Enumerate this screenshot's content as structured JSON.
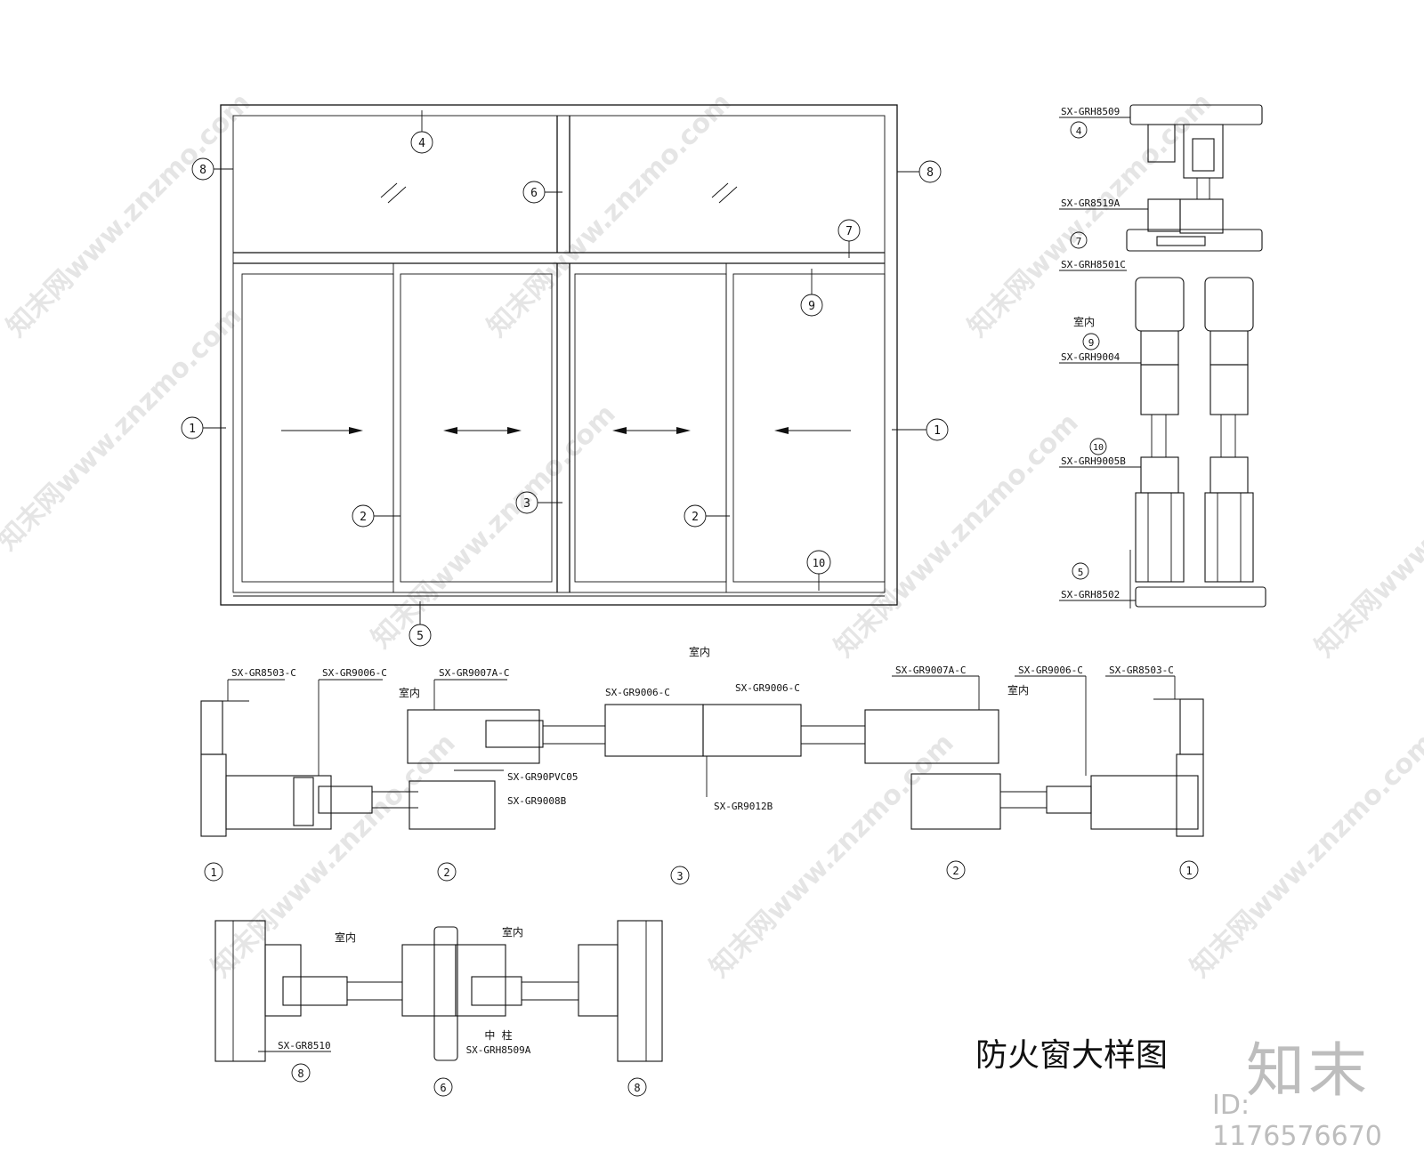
{
  "drawing": {
    "title": "防火窗大样图",
    "brand": "知末",
    "id_label": "ID: 1176576670"
  },
  "watermark": {
    "text": "知末网www.znzmo.com"
  },
  "elevation": {
    "callouts": [
      "1",
      "2",
      "3",
      "4",
      "5",
      "6",
      "7",
      "8",
      "9",
      "10"
    ]
  },
  "vertical_section": {
    "labels": {
      "p4": "SX-GRH8509",
      "p7a": "SX-GR8519A",
      "p7b": "SX-GRH8501C",
      "interior": "室内",
      "p9": "SX-GRH9004",
      "p10": "SX-GRH9005B",
      "p5": "SX-GRH8502"
    }
  },
  "horizontal_section": {
    "interior": "室内",
    "labels": {
      "a": "SX-GR8503-C",
      "b": "SX-GR9006-C",
      "c": "SX-GR9007A-C",
      "d": "SX-GR9006-C",
      "e": "SX-GR9006-C",
      "f": "SX-GR9007A-C",
      "g": "SX-GR9006-C",
      "h": "SX-GR8503-C",
      "i": "SX-GR90PVC05",
      "j": "SX-GR9008B",
      "k": "SX-GR9012B"
    }
  },
  "mullion_section": {
    "interior": "室内",
    "labels": {
      "a": "SX-GR8510",
      "b": "中 柱",
      "c": "SX-GRH8509A"
    }
  }
}
